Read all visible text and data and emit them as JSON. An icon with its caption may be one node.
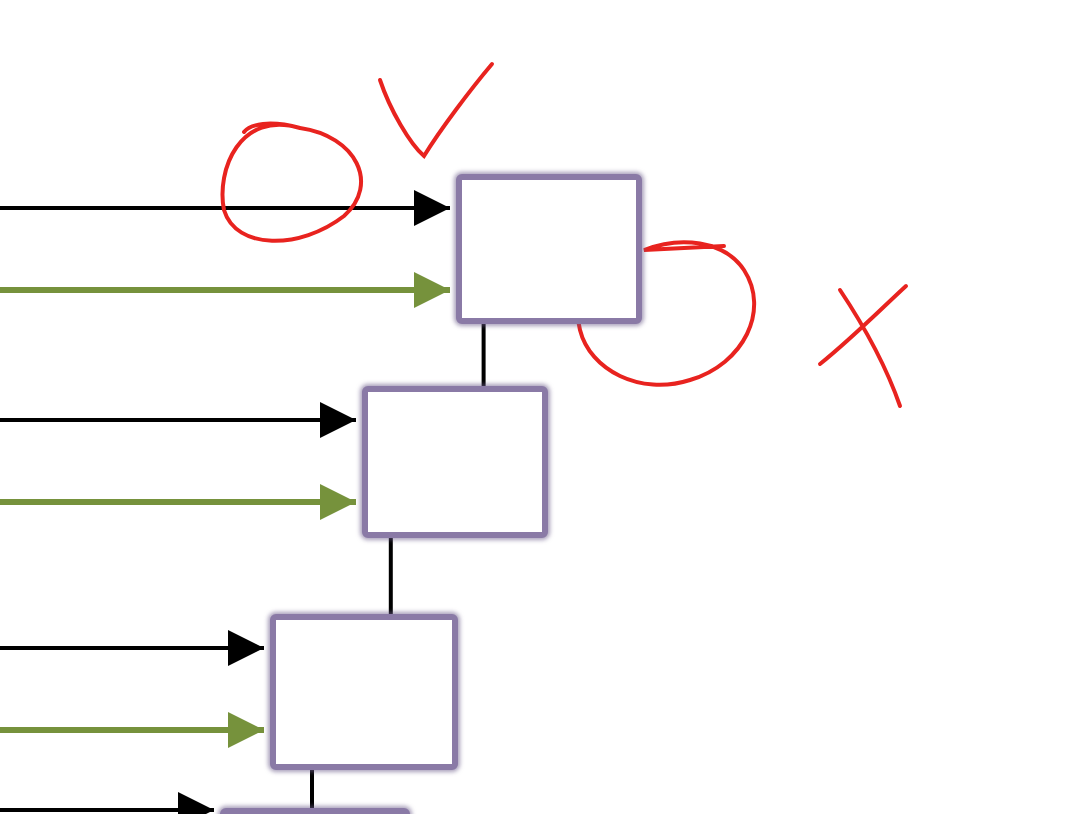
{
  "diagram": {
    "nodes": [
      {
        "text": [],
        "shape": "box"
      },
      {
        "text": [],
        "shape": "box"
      },
      {
        "text": [],
        "shape": "box"
      },
      {
        "text": [],
        "shape": "box"
      }
    ],
    "edges": [
      {
        "from": null,
        "to": 0,
        "arrow": "to"
      },
      {
        "from": null,
        "to": 0,
        "arrow": "to",
        "color": "#76923c"
      },
      {
        "from": 0,
        "to": 1,
        "arrow": "none"
      },
      {
        "from": null,
        "to": 1,
        "arrow": "to"
      },
      {
        "from": null,
        "to": 1,
        "arrow": "to",
        "color": "#76923c"
      },
      {
        "from": 1,
        "to": 2,
        "arrow": "none"
      },
      {
        "from": null,
        "to": 2,
        "arrow": "to"
      },
      {
        "from": null,
        "to": 2,
        "arrow": "to",
        "color": "#76923c"
      },
      {
        "from": 2,
        "to": 3,
        "arrow": "none"
      },
      {
        "from": null,
        "to": 3,
        "arrow": "to"
      }
    ]
  }
}
